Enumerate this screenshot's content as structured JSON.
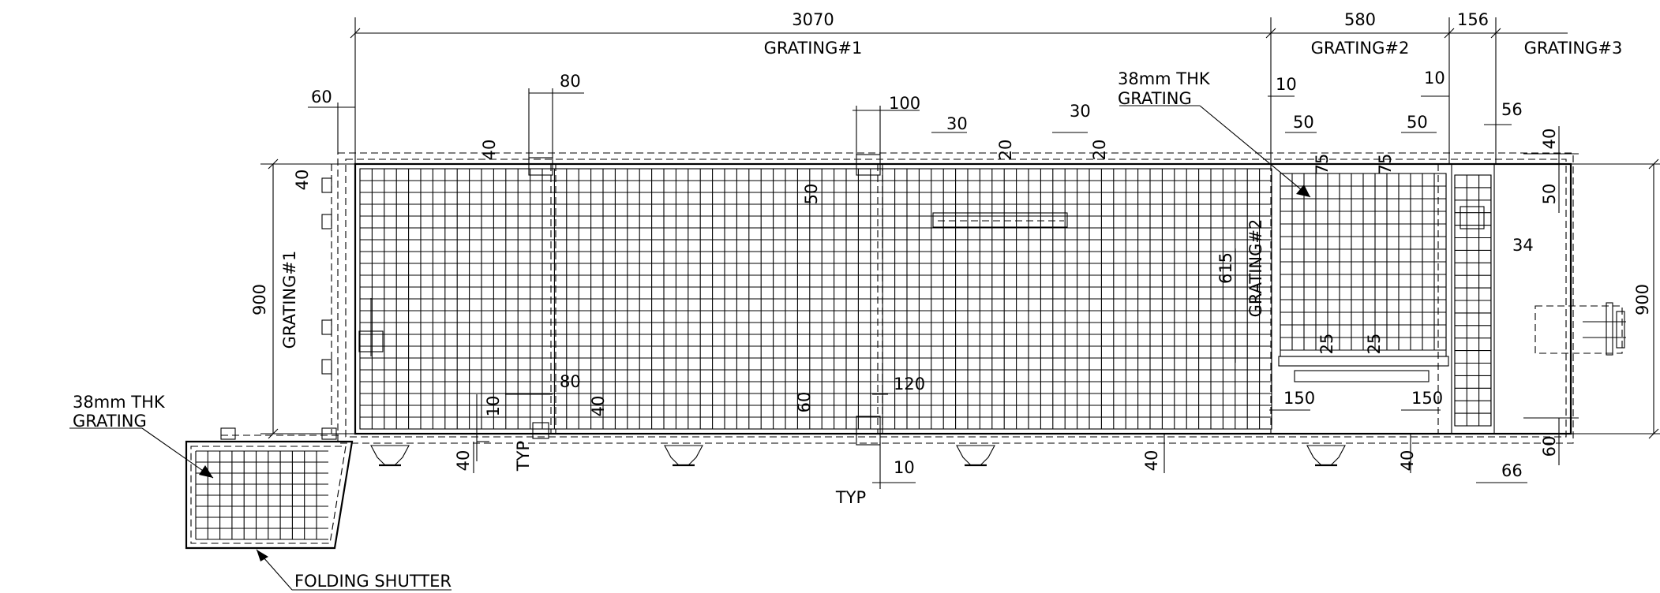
{
  "overall_dims": {
    "g1_width": "3070",
    "g2_width": "580",
    "g3_width": "156",
    "height_left": "900",
    "height_right": "900"
  },
  "section_labels": {
    "grating1_top": "GRATING#1",
    "grating2_top": "GRATING#2",
    "grating3_top": "GRATING#3",
    "grating1_side": "GRATING#1",
    "grating2_side": "GRATING#2"
  },
  "callouts": {
    "grating_main": [
      "38mm THK",
      "GRATING"
    ],
    "grating_shutter": [
      "38mm THK",
      "GRATING"
    ],
    "folding_shutter": "FOLDING SHUTTER",
    "typ_left": "TYP",
    "typ_bottom": "TYP"
  },
  "dims": {
    "d60_topleft": "60",
    "d80_top": "80",
    "d100": "100",
    "d30_a": "30",
    "d30_b": "30",
    "d10_top": "10",
    "d10_top_right": "10",
    "d50_g2_left": "50",
    "d50_g2_right": "50",
    "d56": "56",
    "d40_left_vert": "40",
    "d40_top_a": "40",
    "d20_a": "20",
    "d20_b": "20",
    "d50_vert": "50",
    "d75_a": "75",
    "d75_b": "75",
    "d40_right_top": "40",
    "d50_right": "50",
    "d34": "34",
    "d615": "615",
    "d25_a": "25",
    "d25_b": "25",
    "d150_a": "150",
    "d150_b": "150",
    "d80_bottom": "80",
    "d120": "120",
    "d10_left": "10",
    "d40_bottom_a": "40",
    "d60_bottom": "60",
    "d40_bottom_left": "40",
    "d40_bottom_mid": "40",
    "d40_bottom_right": "40",
    "d10_bottom": "10",
    "d60_right_bottom": "60",
    "d66": "66"
  }
}
